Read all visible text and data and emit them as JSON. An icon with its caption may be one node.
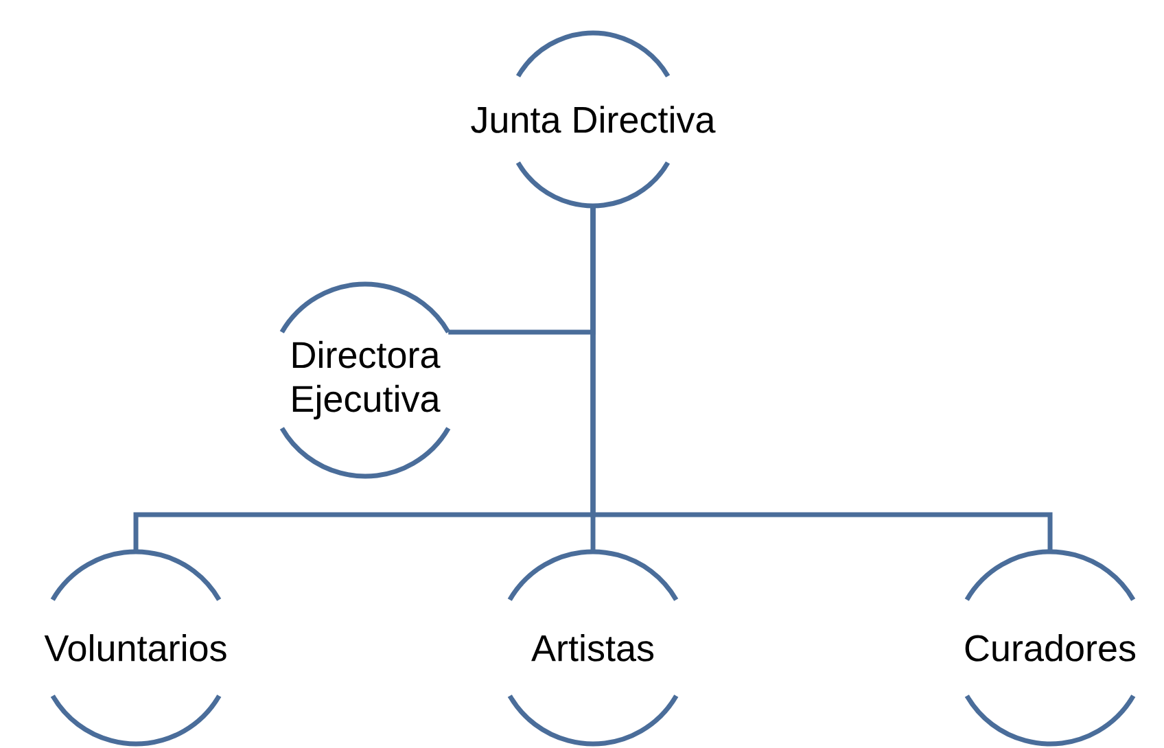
{
  "diagram": {
    "nodes": [
      {
        "text": [
          "Junta Directiva"
        ]
      },
      {
        "text": [
          "Directora Ejecutiva"
        ]
      },
      {
        "text": [
          "Voluntarios"
        ]
      },
      {
        "text": [
          "Artistas"
        ]
      },
      {
        "text": [
          "Curadores"
        ]
      }
    ],
    "edges": [
      {
        "from": 0,
        "to": 1,
        "arrow": "none"
      },
      {
        "from": 0,
        "to": 2,
        "arrow": "none"
      },
      {
        "from": 0,
        "to": 3,
        "arrow": "none"
      },
      {
        "from": 0,
        "to": 4,
        "arrow": "none"
      }
    ]
  }
}
